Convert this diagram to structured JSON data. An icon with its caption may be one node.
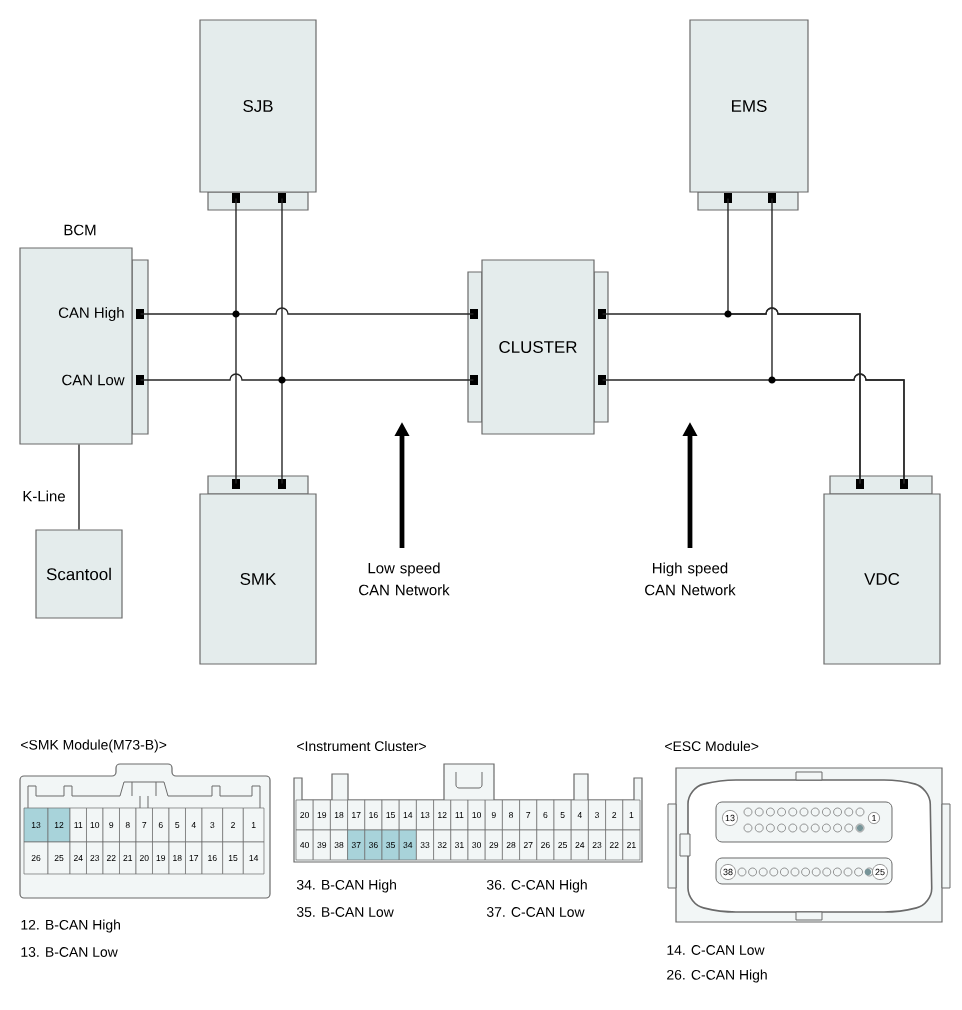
{
  "diagram": {
    "nodes": [
      {
        "text": [
          "SJB"
        ]
      },
      {
        "text": [
          "EMS"
        ]
      },
      {
        "text": [
          "BCM",
          "CAN High",
          "CAN Low"
        ]
      },
      {
        "text": [
          "CLUSTER"
        ]
      },
      {
        "text": [
          "SMK"
        ]
      },
      {
        "text": [
          "VDC"
        ]
      },
      {
        "text": [
          "Scantool"
        ]
      }
    ],
    "edges": [
      {
        "from": 2,
        "to": 3,
        "arrow": "none"
      },
      {
        "from": 2,
        "to": 3,
        "arrow": "none"
      },
      {
        "from": 0,
        "to": 4,
        "arrow": "none"
      },
      {
        "from": 0,
        "to": 4,
        "arrow": "none"
      },
      {
        "from": 3,
        "to": 5,
        "arrow": "none"
      },
      {
        "from": 3,
        "to": 5,
        "arrow": "none"
      },
      {
        "from": 1,
        "to": 5,
        "arrow": "none"
      },
      {
        "from": 1,
        "to": 5,
        "arrow": "none"
      },
      {
        "from": 2,
        "to": 6,
        "arrow": "none",
        "label": "K-Line"
      }
    ],
    "labels": [
      "Low speed CAN Network",
      "High speed CAN Network",
      "<SMK Module(M73-B)>",
      "<Instrument Cluster>",
      "<ESC Module>",
      "13",
      "12",
      "11",
      "10",
      "9",
      "8",
      "7",
      "6",
      "5",
      "4",
      "3",
      "2",
      "1",
      "26",
      "25",
      "24",
      "23",
      "22",
      "21",
      "20",
      "19",
      "18",
      "17",
      "16",
      "15",
      "14",
      "20",
      "19",
      "18",
      "17",
      "16",
      "15",
      "14",
      "13",
      "12",
      "11",
      "10",
      "9",
      "8",
      "7",
      "6",
      "5",
      "4",
      "3",
      "2",
      "1",
      "40",
      "39",
      "38",
      "37",
      "36",
      "35",
      "34",
      "33",
      "32",
      "31",
      "30",
      "29",
      "28",
      "27",
      "26",
      "25",
      "24",
      "23",
      "22",
      "21",
      "13",
      "1",
      "38",
      "25",
      "12. B-CAN High",
      "13. B-CAN Low",
      "34. B-CAN High",
      "36. C-CAN High",
      "35. B-CAN Low",
      "37. C-CAN Low",
      "14. C-CAN Low",
      "26. C-CAN High"
    ]
  }
}
